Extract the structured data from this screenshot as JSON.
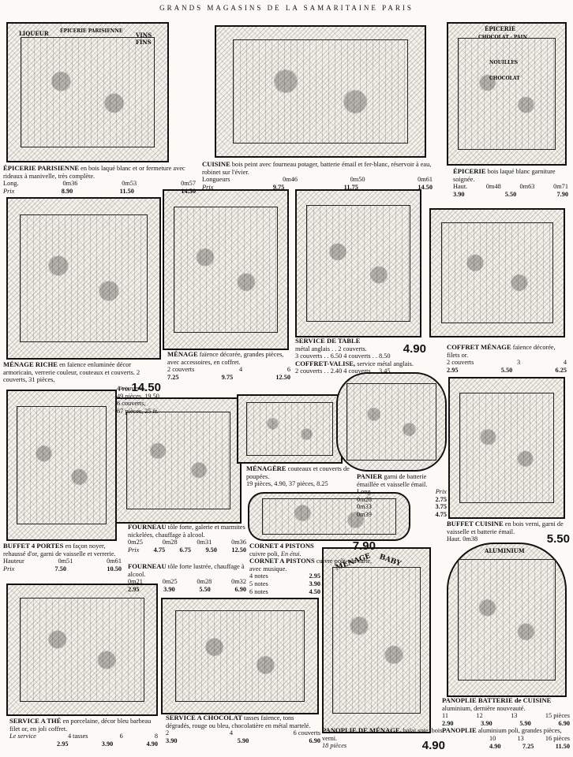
{
  "header": "GRANDS MAGASINS DE LA SAMARITAINE   PARIS",
  "signs": {
    "epicerie_p": [
      "LIQUEUR",
      "ÉPICERIE PARISIENNE",
      "VINS FINS"
    ],
    "epicerie_r": [
      "ÉPICERIE",
      "CHOCOLAT · PAIN",
      "NOUILLES",
      "CHOCOLAT"
    ],
    "menage_baby": [
      "MÉNAGE",
      "BABY"
    ],
    "aluminium": "ALUMINIUM"
  },
  "items": {
    "epicerie_parisienne": {
      "title": "ÉPICERIE PARISIENNE",
      "desc": " en bois laqué blanc et or fermeture avec rideaux à manivelle, très complète.",
      "size_label": "Long.",
      "sizes": [
        "0m36",
        "0m53",
        "0m57"
      ],
      "price_label": "Prix",
      "prices": [
        "8.90",
        "11.50",
        "14.50"
      ]
    },
    "cuisine": {
      "title": "CUISINE",
      "desc": " bois peint avec fourneau potager, batterie émail et fer-blanc, réservoir à eau, robinet sur l'évier.",
      "size_label": "Longueurs",
      "sizes": [
        "0m46",
        "0m50",
        "0m61"
      ],
      "price_label": "Prix",
      "prices": [
        "9.75",
        "11.75",
        "14.50"
      ]
    },
    "epicerie_right": {
      "title": "ÉPICERIE",
      "desc": " bois laqué blanc garniture soignée.",
      "size_label": "Haut.",
      "sizes": [
        "0m48",
        "0m63",
        "0m71"
      ],
      "prices": [
        "3.90",
        "5.50",
        "7.90"
      ]
    },
    "menage_riche": {
      "title": "MÉNAGE RICHE",
      "desc": " en faïence enluminée décor armoricain, verrerie couleur, couteaux et couverts. 2 couverts, 31 pièces,",
      "prix_label": "Prix",
      "prix": "14.50",
      "lines": [
        "4 couverts,",
        "49 pièces. 19.50",
        "6 couverts,",
        "67 pièces, 25 fr."
      ]
    },
    "menage_faience": {
      "title": "MÉNAGE",
      "desc": " faïence décorée, grandes pièces, avec accessoires, en coffret.",
      "sizes": [
        "2 couverts",
        "4",
        "6"
      ],
      "prices": [
        "7.25",
        "9.75",
        "12.50"
      ]
    },
    "service_table": {
      "title": "SERVICE DE TABLE",
      "desc": "métal anglais . . 2 couverts.",
      "price": "4.90",
      "line1": "3 couverts . . 6.50  4 couverts . . 8.50",
      "title2": "COFFRET-VALISE,",
      "desc2": " service métal anglais.",
      "line2": "2 couverts . . 2.40  4 couverts . . 3.45"
    },
    "coffret_menage": {
      "title": "COFFRET MÉNAGE",
      "desc": " faïence décorée, filets or.",
      "sizes": [
        "2 couverts",
        "3",
        "4"
      ],
      "prices": [
        "2.95",
        "5.50",
        "6.25"
      ]
    },
    "buffet_4_portes": {
      "title": "BUFFET 4 PORTES",
      "desc": " en façon noyer, rehaussé d'or, garni de vaisselle et verrerie.",
      "size_label": "Hauteur",
      "sizes": [
        "0m51",
        "0m61"
      ],
      "price_label": "Prix",
      "prices": [
        "7.50",
        "10.50"
      ]
    },
    "fourneau1": {
      "title": "FOURNEAU",
      "desc": " tôle forte, galerie et marmites nickelées, chauffage à alcool.",
      "sizes": [
        "0m25",
        "0m28",
        "0m31",
        "0m36"
      ],
      "price_label": "Prix",
      "prices": [
        "4.75",
        "6.75",
        "9.50",
        "12.50"
      ]
    },
    "fourneau2": {
      "title": "FOURNEAU",
      "desc": " tôle forte lustrée, chauffage à alcool.",
      "sizes": [
        "0m21",
        "0m25",
        "0m28",
        "0m32"
      ],
      "prices": [
        "2.95",
        "3.90",
        "5.50",
        "6.90"
      ]
    },
    "menagere": {
      "title": "MÉNAGÈRE",
      "desc": " couteaux et couverts de poupées.",
      "line": "19 pièces, 4.90, 37 pièces, 8.25"
    },
    "panier": {
      "title": "PANIER",
      "desc": " garni de batterie émaillée et vaisselle émail.",
      "size_label": "Long.",
      "price_label": "Prix",
      "sizes": [
        "0m28",
        "0m33",
        "0m39"
      ],
      "prices": [
        "2.75",
        "3.75",
        "4.75"
      ]
    },
    "cornet": {
      "title": "CORNET 4 PISTONS",
      "desc": "cuivre poli, ",
      "desc_it": "En étui.",
      "price": "7.90",
      "title2": "CORNET A PISTONS",
      "desc2": " cuivre poli, sur carte, avec musique.",
      "rows": [
        [
          "4 notes",
          "2.95"
        ],
        [
          "5 notes",
          "3.90"
        ],
        [
          "6 notes",
          "4.50"
        ]
      ]
    },
    "buffet_cuisine": {
      "title": "BUFFET CUISINE",
      "desc": " en bois verni, garni de vaisselle et batterie émail.",
      "size": "Haut. 0m38",
      "price": "5.50"
    },
    "service_the": {
      "title": "SERVICE A THÉ",
      "desc": " en porcelaine, décor bleu barbeau filet or, en joli coffret.",
      "size_label": "Le service",
      "sizes": [
        "4 tasses",
        "6",
        "8"
      ],
      "prices": [
        "2.95",
        "3.90",
        "4.90"
      ]
    },
    "service_chocolat": {
      "title": "SERVICE A CHOCOLAT",
      "desc": " tasses faïence, tons dégradés, rouge ou bleu, chocolatière en métal martelé.",
      "sizes": [
        "2",
        "4",
        "6 couverts"
      ],
      "prices": [
        "3.90",
        "5.90",
        "6.90"
      ]
    },
    "panoplie_menage": {
      "title": "PANOPLIE DE MÉNAGE,",
      "desc": " balai soie, bois verni.",
      "pieces": "18 pièces",
      "price": "4.90"
    },
    "panoplie_batterie": {
      "title": "PANOPLIE BATTERIE de CUISINE",
      "desc": " aluminium, dernière nouveauté.",
      "sizes": [
        "11",
        "12",
        "13",
        "15 pièces"
      ],
      "prices": [
        "2.90",
        "3.90",
        "5.90",
        "6.90"
      ],
      "title2": "PANOPLIE",
      "desc2": " aluminium poli, grandes pièces,",
      "sizes2": [
        "10",
        "13",
        "16 pièces"
      ],
      "prices2": [
        "4.90",
        "7.25",
        "11.50"
      ]
    }
  }
}
